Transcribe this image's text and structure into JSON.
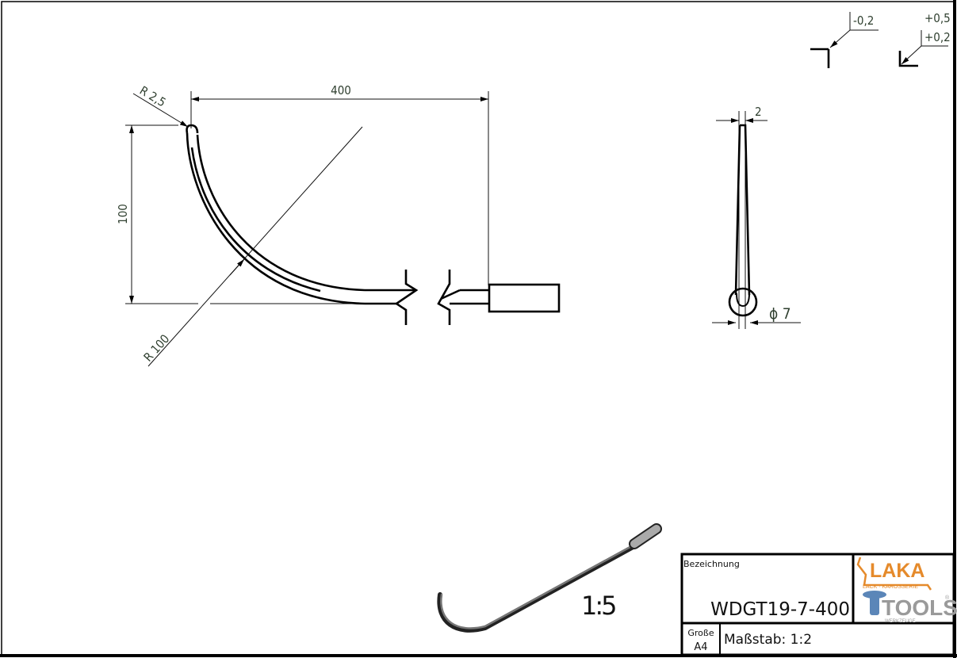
{
  "dimensions": {
    "width_400": "400",
    "height_100": "100",
    "radius_tip": "R 2,5",
    "radius_bend": "R 100",
    "thickness_2": "2",
    "diameter": "ϕ 7"
  },
  "tolerances": {
    "fillet": "-0,2",
    "chamfer_upper": "+0,5",
    "chamfer_lower": "+0,2"
  },
  "isometric_view": {
    "scale": "1:5"
  },
  "title_block": {
    "designation_label": "Bezeichnung",
    "designation": "WDGT19-7-400",
    "size_label": "Große",
    "size": "A4",
    "scale": "Maßstab: 1:2"
  },
  "logo": {
    "name_top": "LAKA",
    "tagline": "LACK · KAROSSERIE",
    "name_bottom": "TOOLS",
    "sub": "WERKZEUGE",
    "registered": "®",
    "colors": {
      "orange": "#e58a2b",
      "blue": "#5b86b8",
      "grey": "#9a9a9a"
    }
  }
}
